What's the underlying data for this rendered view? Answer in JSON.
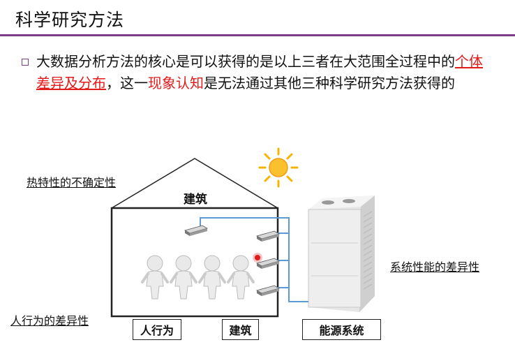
{
  "title": "科学研究方法",
  "bullet": {
    "part1": "大数据分析方法的核心是可以获得的是以上三者在大范围全过程中的",
    "highlight1": "个体差异及分布",
    "part2": "，这一",
    "highlight2": "现象认知",
    "part3": "是无法通过其他三种科学研究方法获得的"
  },
  "labels": {
    "thermal_uncertainty": "热特性的不确定性",
    "building_title": "建筑",
    "human_behavior_diff": "人行为的差异性",
    "system_perf_diff": "系统性能的差异性"
  },
  "boxes": {
    "human_behavior": "人行为",
    "building": "建筑",
    "energy_system": "能源系统"
  },
  "colors": {
    "title_rule": "#7b3d86",
    "highlight": "#e31b1b",
    "pipe": "#5a9bd5",
    "sun": "#f5b400"
  }
}
